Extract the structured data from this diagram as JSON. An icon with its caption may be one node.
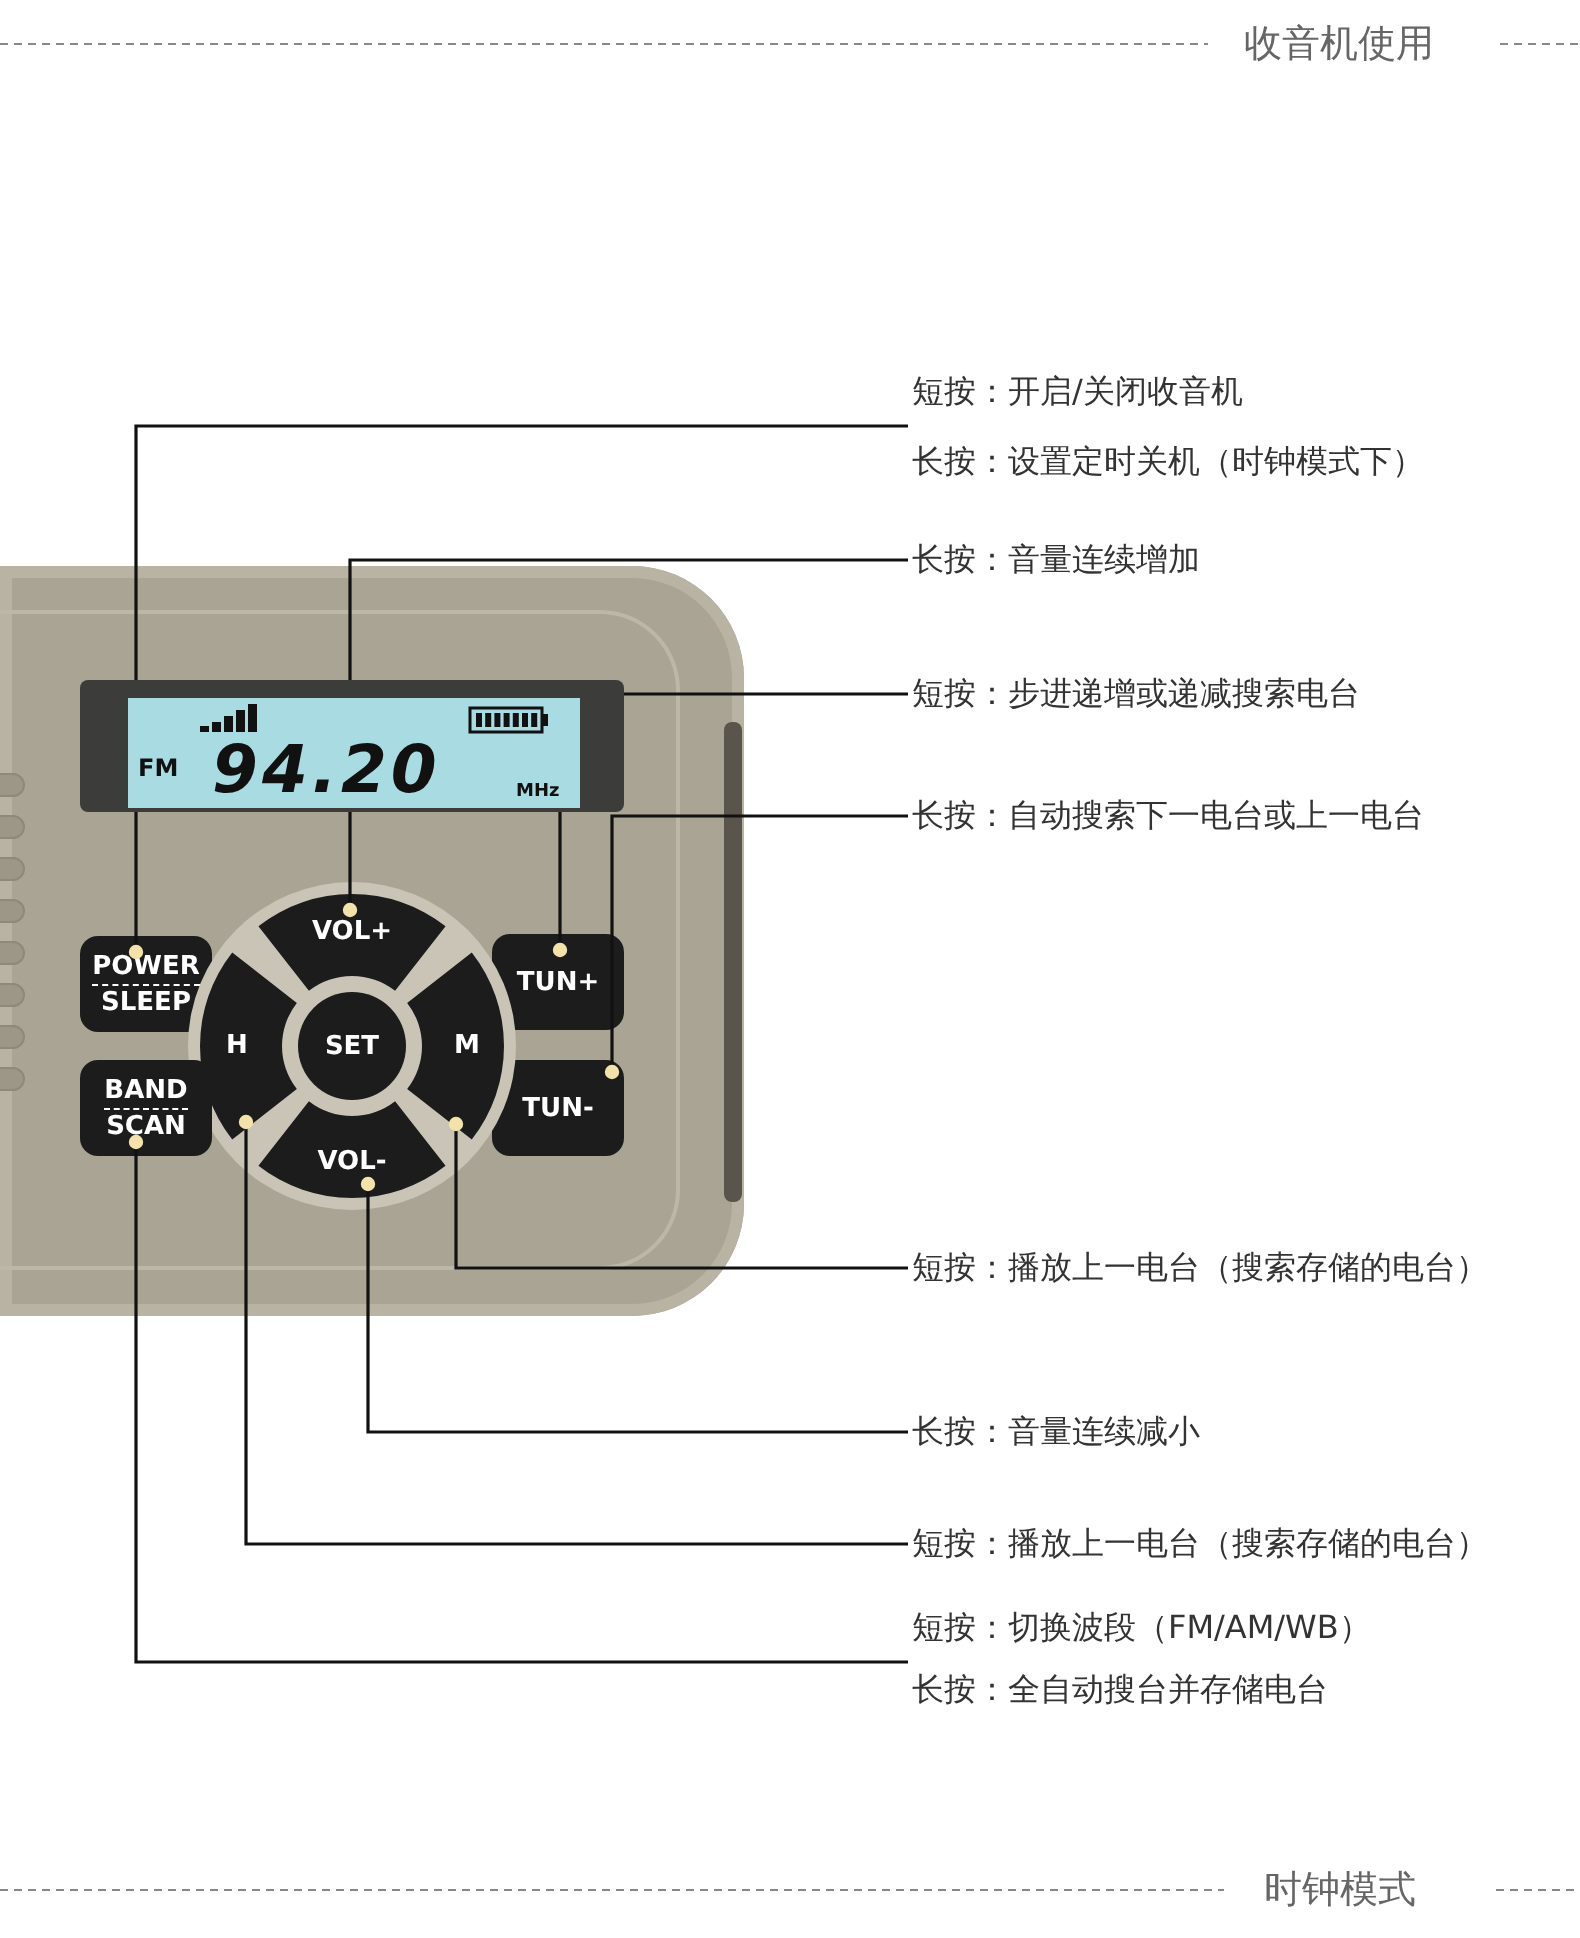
{
  "diagram": {
    "nodes": [
      {
        "text": [],
        "shape": "box"
      },
      {
        "text": [
          "FM",
          "94.20",
          "MHz"
        ],
        "in": 0
      },
      {
        "text": [
          "POWER",
          "SLEEP"
        ],
        "in": 0
      },
      {
        "text": [
          "VOL+"
        ],
        "in": 0
      },
      {
        "text": [
          "TUN+"
        ],
        "in": 0
      },
      {
        "text": [
          "TUN-"
        ],
        "in": 0
      },
      {
        "text": [
          "H"
        ],
        "in": 0
      },
      {
        "text": [
          "SET"
        ],
        "in": 0
      },
      {
        "text": [
          "M"
        ],
        "in": 0
      },
      {
        "text": [
          "VOL-"
        ],
        "in": 0
      },
      {
        "text": [
          "BAND",
          "SCAN"
        ],
        "in": 0
      },
      {
        "text": [
          "短按：开启/关闭收音机",
          "长按：设置定时关机（时钟模式下）"
        ]
      },
      {
        "text": [
          "长按：音量连续增加"
        ]
      },
      {
        "text": [
          "短按：步进递增或递减搜索电台"
        ]
      },
      {
        "text": [
          "长按：自动搜索下一电台或上一电台"
        ]
      },
      {
        "text": [
          "短按：播放上一电台（搜索存储的电台）"
        ]
      },
      {
        "text": [
          "长按：音量连续减小"
        ]
      },
      {
        "text": [
          "短按：播放上一电台（搜索存储的电台）"
        ]
      },
      {
        "text": [
          "短按：切换波段（FM/AM/WB）",
          "长按：全自动搜台并存储电台"
        ]
      }
    ],
    "edges": [
      {
        "from": 11,
        "to": 2,
        "arrow": "other"
      },
      {
        "from": 12,
        "to": 3,
        "arrow": "other"
      },
      {
        "from": 13,
        "to": 4,
        "arrow": "other"
      },
      {
        "from": 14,
        "to": 5,
        "arrow": "other"
      },
      {
        "from": 15,
        "to": 8,
        "arrow": "other"
      },
      {
        "from": 16,
        "to": 9,
        "arrow": "other"
      },
      {
        "from": 17,
        "to": 6,
        "arrow": "other"
      },
      {
        "from": 18,
        "to": 10,
        "arrow": "other"
      }
    ],
    "labels": [
      "收音机使用",
      "时钟模式"
    ]
  }
}
